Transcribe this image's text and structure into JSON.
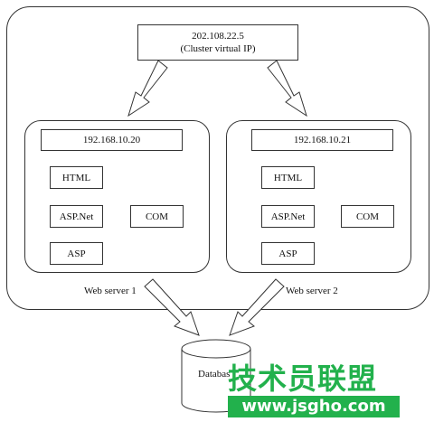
{
  "cluster": {
    "ip": "202.108.22.5",
    "caption": "(Cluster virtual IP)"
  },
  "servers": [
    {
      "ip": "192.168.10.20",
      "label": "Web server 1",
      "components": {
        "html": "HTML",
        "aspnet": "ASP.Net",
        "com": "COM",
        "asp": "ASP"
      }
    },
    {
      "ip": "192.168.10.21",
      "label": "Web server 2",
      "components": {
        "html": "HTML",
        "aspnet": "ASP.Net",
        "com": "COM",
        "asp": "ASP"
      }
    }
  ],
  "database": {
    "label": "Databas"
  },
  "watermark": {
    "title": "技术员联盟",
    "url": "www.jsgho.com"
  },
  "colors": {
    "watermark": "#22b14c",
    "line": "#333333"
  }
}
